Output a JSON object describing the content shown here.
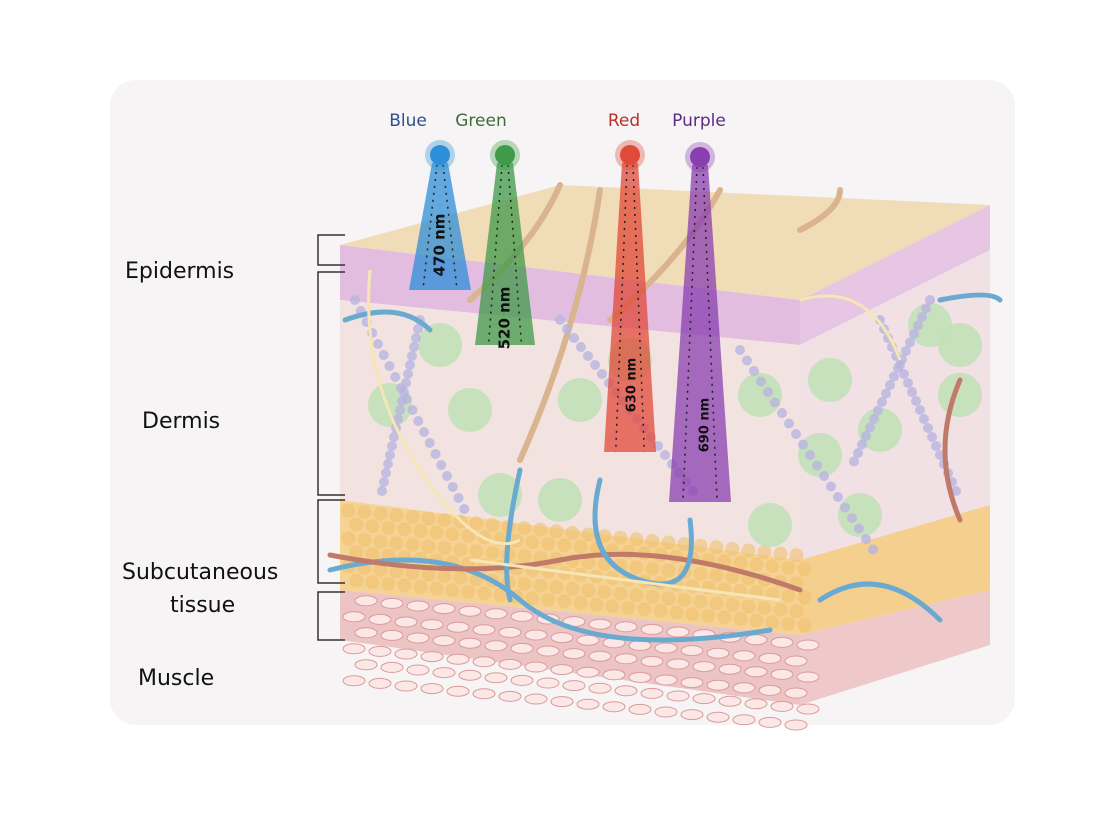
{
  "layers": [
    {
      "label": "Epidermis"
    },
    {
      "label": "Dermis"
    },
    {
      "label": "Subcutaneous"
    },
    {
      "label": "tissue"
    },
    {
      "label": "Muscle"
    }
  ],
  "beams": [
    {
      "name": "Blue",
      "wavelength": "470 nm",
      "color": "#2e8fd8",
      "label_color": "#2f4f8f"
    },
    {
      "name": "Green",
      "wavelength": "520 nm",
      "color": "#3f9a4a",
      "label_color": "#3f6b3a"
    },
    {
      "name": "Red",
      "wavelength": "630 nm",
      "color": "#e04a3a",
      "label_color": "#b8312a"
    },
    {
      "name": "Purple",
      "wavelength": "690 nm",
      "color": "#8a3fb0",
      "label_color": "#5a2d82"
    }
  ]
}
